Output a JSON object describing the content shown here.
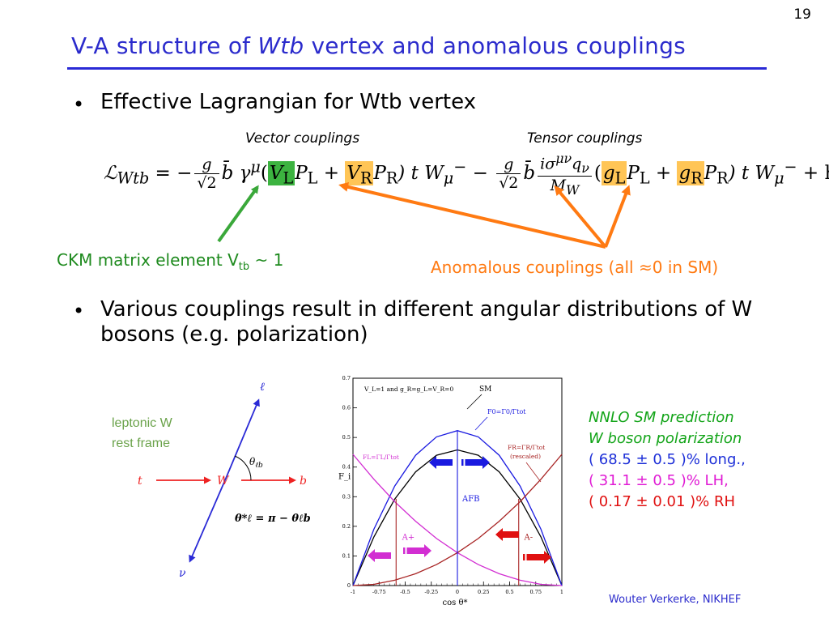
{
  "slide": {
    "page_number": "19",
    "title_pre": "V-A structure of ",
    "title_em": "Wtb",
    "title_post": " vertex and anomalous couplings",
    "bullet1": "Effective Lagrangian for Wtb vertex",
    "vector_label": "Vector couplings",
    "tensor_label": "Tensor couplings",
    "ckm_label": "CKM matrix element V",
    "ckm_sub": "tb",
    "ckm_tail": " ~ 1",
    "anomalous_label": "Anomalous couplings (all ≈0 in SM)",
    "bullet2": "Various couplings result in different angular distributions of W bosons (e.g. polarization)",
    "footer": "Wouter Verkerke, NIKHEF"
  },
  "lagrangian": {
    "lhs": "ℒ",
    "lhs_sub": "Wtb",
    "eq": " = −",
    "g": "g",
    "sqrt2": "√2",
    "b_gamma": "b̄ γ",
    "mu": "μ",
    "open": "(",
    "VL": "V",
    "VL_sub": "L",
    "PL": "P",
    "PL_sub": "L",
    "plus": " + ",
    "VR": "V",
    "VR_sub": "R",
    "PR": "P",
    "PR_sub": "R",
    "close_tw": ") t W",
    "w_sub": "μ",
    "w_sup": "−",
    "minus": " − ",
    "b_bar": "b̄",
    "isigma": "iσ",
    "isigma_sup": "μν",
    "q": "q",
    "q_sub": "ν",
    "MW": "M",
    "MW_sub": "W",
    "gL": "g",
    "gL_sub": "L",
    "gR": "g",
    "gR_sub": "R",
    "hc": " + h.c."
  },
  "wframe": {
    "label_line1": "leptonic W",
    "label_line2": "rest frame",
    "ell": "ℓ",
    "nu": "ν",
    "t": "t",
    "W": "W",
    "b": "b",
    "theta": "θ",
    "theta_sub": "ℓb",
    "formula": "θ*ℓ = π − θℓb"
  },
  "nnlo": {
    "line1": "NNLO SM prediction",
    "line2": "W boson polarization",
    "long": "( 68.5 ± 0.5 )% long.,",
    "lh": "( 31.1 ± 0.5 )% LH,",
    "rh": "( 0.17 ± 0.01 )% RH"
  },
  "chart_data": {
    "type": "line",
    "title": "",
    "annotation": "V_L=1 and g_R=g_L=V_R=0",
    "xlabel": "cos θ*",
    "ylabel": "F_i",
    "xlim": [
      -1,
      1
    ],
    "ylim": [
      0,
      0.7
    ],
    "xticks": [
      "-1",
      "-0.75",
      "-0.5",
      "-0.25",
      "0",
      "0.25",
      "0.5",
      "0.75",
      "1"
    ],
    "yticks": [
      "0",
      "0.1",
      "0.2",
      "0.3",
      "0.4",
      "0.5",
      "0.6",
      "0.7"
    ],
    "x": [
      -1,
      -0.8,
      -0.6,
      -0.4,
      -0.2,
      0,
      0.2,
      0.4,
      0.6,
      0.8,
      1
    ],
    "series": [
      {
        "name": "SM",
        "color": "#000000",
        "values": [
          0,
          0.164,
          0.292,
          0.384,
          0.44,
          0.458,
          0.44,
          0.384,
          0.292,
          0.164,
          0
        ]
      },
      {
        "name": "F0=Γ0/Γtot",
        "color": "#1a1ae0",
        "values": [
          0,
          0.19,
          0.336,
          0.44,
          0.502,
          0.523,
          0.502,
          0.44,
          0.336,
          0.19,
          0
        ]
      },
      {
        "name": "FL=ΓL/Γtot",
        "color": "#d22ed2",
        "values": [
          0.443,
          0.359,
          0.283,
          0.217,
          0.159,
          0.111,
          0.071,
          0.04,
          0.018,
          0.004,
          0
        ]
      },
      {
        "name": "FR=ΓR/Γtot (rescaled)",
        "color": "#a82424",
        "values": [
          0,
          0.004,
          0.018,
          0.04,
          0.071,
          0.111,
          0.159,
          0.217,
          0.283,
          0.359,
          0.443
        ]
      }
    ],
    "labels": {
      "sm": "SM",
      "f0": "F0=Γ0/Γtot",
      "fl": "FL=ΓL/Γtot",
      "fr": "FR=ΓR/Γtot",
      "fr2": "(rescaled)",
      "afb": "AFB",
      "aplus": "A+",
      "aminus": "A-"
    },
    "vlines": [
      {
        "name": "A+",
        "x": -0.587,
        "color": "#a82424"
      },
      {
        "name": "AFB",
        "x": 0,
        "color": "#1a1ae0"
      },
      {
        "name": "A-",
        "x": 0.587,
        "color": "#a82424"
      }
    ],
    "grid": false,
    "legend": "none"
  }
}
